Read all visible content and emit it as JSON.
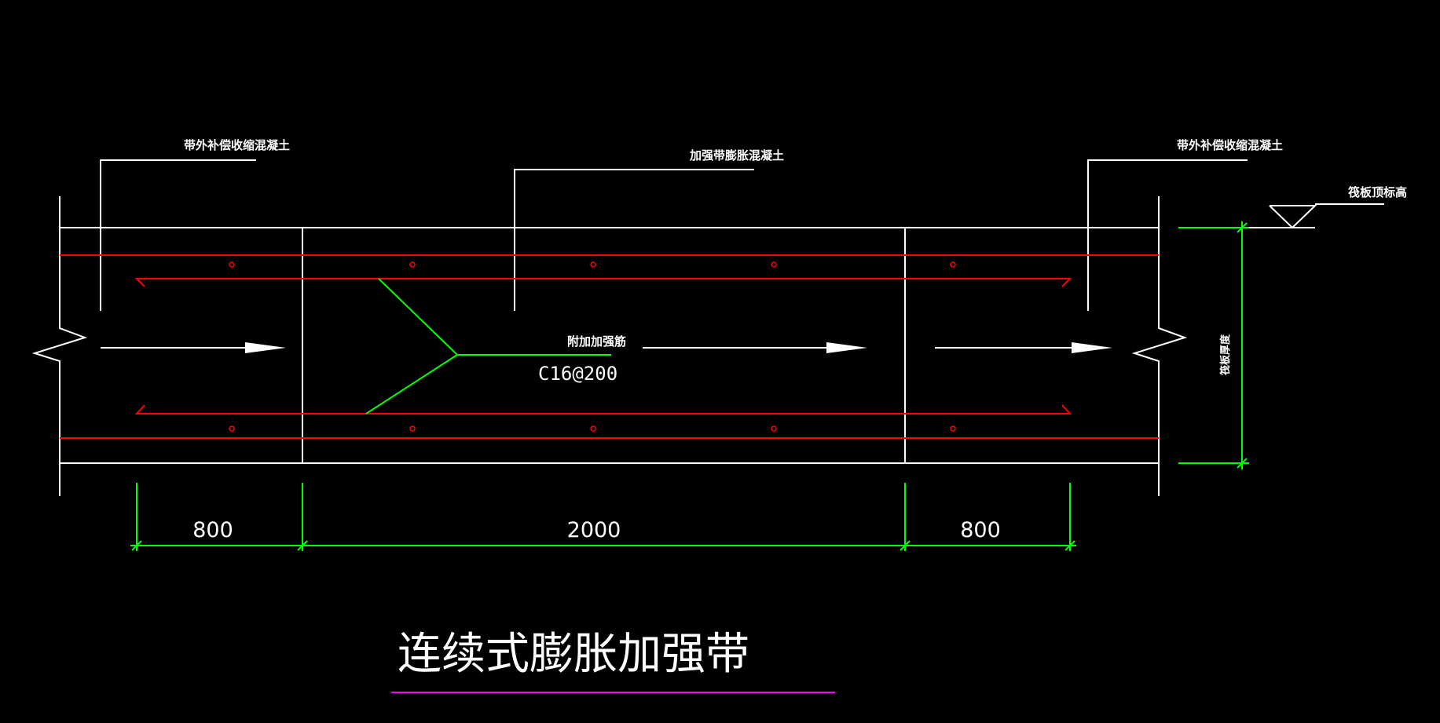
{
  "labels": {
    "left_zone": "带外补偿收缩混凝土",
    "center_zone": "加强带膨胀混凝土",
    "right_zone": "带外补偿收缩混凝土",
    "top_elevation": "筏板顶标高",
    "added_rebar": "附加加强筋",
    "rebar_spec": "C16@200",
    "thickness": "筏板厚度"
  },
  "dimensions": {
    "left": "800",
    "center": "2000",
    "right": "800"
  },
  "title": "连续式膨胀加强带",
  "colors": {
    "background": "#000000",
    "outline": "#ffffff",
    "rebar": "#ff0000",
    "added_rebar": "#00ff00",
    "dimension": "#00ff00",
    "title_underline": "#ff00ff"
  }
}
